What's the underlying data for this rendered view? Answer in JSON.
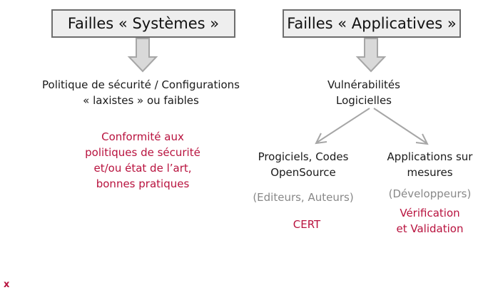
{
  "left": {
    "title": "Failles « Systèmes »",
    "description": [
      "Politique de sécurité / Configurations",
      "« laxistes » ou faibles"
    ],
    "highlight": [
      "Conformité aux",
      "politiques de sécurité",
      "et/ou état de l’art,",
      "bonnes pratiques"
    ]
  },
  "right": {
    "title": "Failles  « Applicatives »",
    "description": [
      "Vulnérabilités",
      "Logicielles"
    ],
    "branch_left": {
      "label": [
        "Progiciels, Codes",
        "OpenSource"
      ],
      "actors": "(Editeurs, Auteurs)",
      "highlight": "CERT"
    },
    "branch_right": {
      "label": [
        "Applications sur",
        "mesures"
      ],
      "actors": "(Développeurs)",
      "highlight": [
        "Vérification",
        "et Validation"
      ]
    }
  },
  "footer_mark": "x",
  "colors": {
    "accent_red": "#b8123e",
    "muted_gray": "#888888",
    "box_fill": "#eeeeee",
    "box_border": "#6e6e6e",
    "arrow_gray": "#a6a6a6"
  }
}
